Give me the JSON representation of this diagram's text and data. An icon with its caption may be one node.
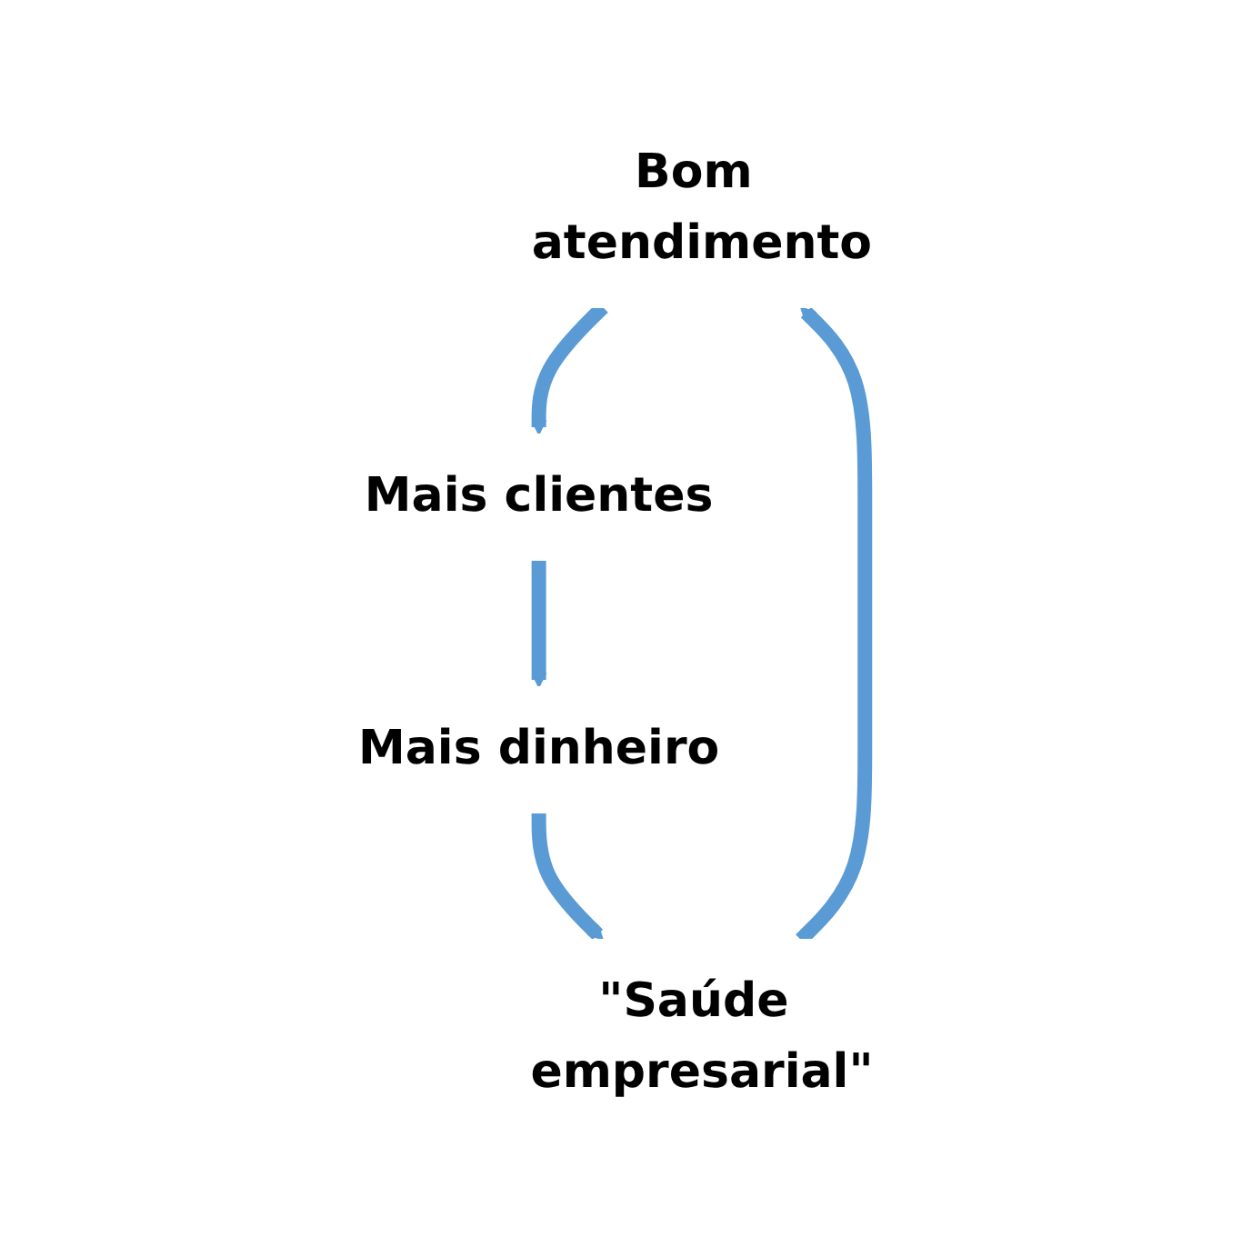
{
  "diagram": {
    "nodes": [
      {
        "text": [
          "Bom atendimento"
        ]
      },
      {
        "text": [
          "Mais clientes"
        ]
      },
      {
        "text": [
          "Mais dinheiro"
        ]
      },
      {
        "text": [
          "\"Saúde empresarial\""
        ]
      }
    ],
    "edges": [
      {
        "from": 0,
        "to": 1,
        "arrow": "to"
      },
      {
        "from": 1,
        "to": 2,
        "arrow": "to"
      },
      {
        "from": 2,
        "to": 3,
        "arrow": "to"
      },
      {
        "from": 3,
        "to": 0,
        "arrow": "to"
      }
    ]
  }
}
